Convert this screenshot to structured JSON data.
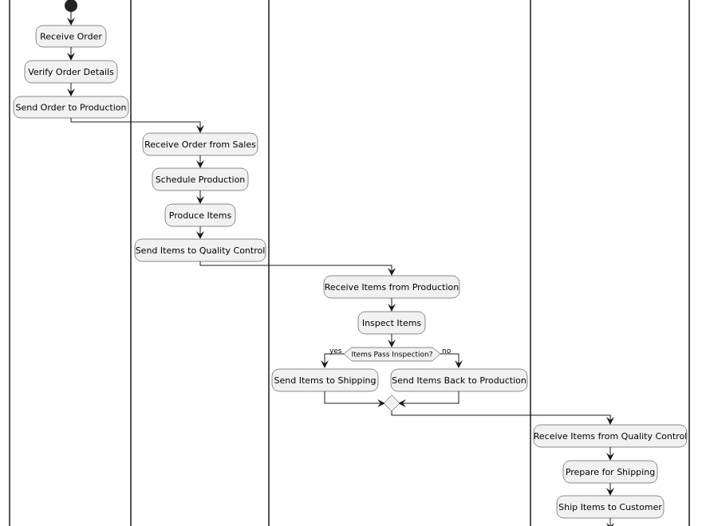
{
  "activities": {
    "receive_order": "Receive Order",
    "verify_order_details": "Verify Order Details",
    "send_order_to_production": "Send Order to Production",
    "receive_order_from_sales": "Receive Order from Sales",
    "schedule_production": "Schedule Production",
    "produce_items": "Produce Items",
    "send_items_to_quality_control": "Send Items to Quality Control",
    "receive_items_from_production": "Receive Items from Production",
    "inspect_items": "Inspect Items",
    "send_items_to_shipping": "Send Items to Shipping",
    "send_items_back_to_production": "Send Items Back to Production",
    "receive_items_from_quality_control": "Receive Items from Quality Control",
    "prepare_for_shipping": "Prepare for Shipping",
    "ship_items_to_customer": "Ship Items to Customer"
  },
  "decision": {
    "question": "Items Pass Inspection?",
    "yes_label": "yes",
    "no_label": "no"
  }
}
